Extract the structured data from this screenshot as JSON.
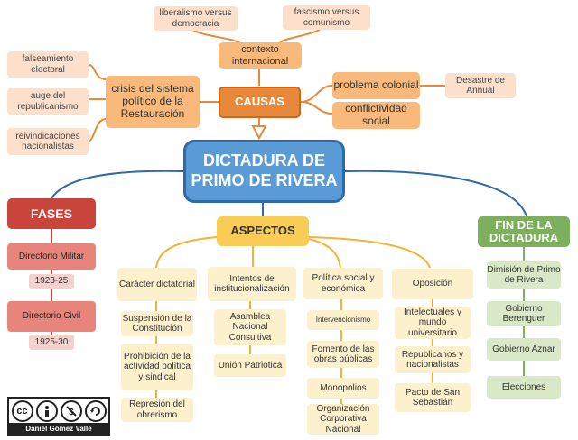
{
  "main_title": "DICTADURA DE PRIMO DE RIVERA",
  "causas": {
    "label": "CAUSAS",
    "contexto": {
      "label": "contexto internacional",
      "children": [
        "liberalismo versus democracia",
        "fascismo versus comunismo"
      ]
    },
    "crisis": {
      "label": "crisis del sistema político de la Restauración",
      "children": [
        "falseamiento electoral",
        "auge del republicanismo",
        "reivindicaciones nacionalistas"
      ]
    },
    "problema": {
      "label": "problema colonial",
      "children": [
        "Desastre de Annual"
      ]
    },
    "conflictividad": {
      "label": "conflictividad social"
    }
  },
  "fases": {
    "label": "FASES",
    "items": [
      {
        "label": "Directorio Militar",
        "dates": "1923-25"
      },
      {
        "label": "Directorio Civil",
        "dates": "1925-30"
      }
    ]
  },
  "aspectos": {
    "label": "ASPECTOS",
    "columns": [
      {
        "label": "Carácter dictatorial",
        "items": [
          "Suspensión de la Constitución",
          "Prohibición de la actividad política y sindical",
          "Represión del obrerismo"
        ]
      },
      {
        "label": "Intentos de institucionalización",
        "items": [
          "Asamblea Nacional Consultiva",
          "Unión Patriótica"
        ]
      },
      {
        "label": "Política social y económica",
        "items": [
          "Intervencionismo",
          "Fomento de las obras públicas",
          "Monopolios",
          "Organización Corporativa Nacional"
        ]
      },
      {
        "label": "Oposición",
        "items": [
          "Intelectuales y mundo universitario",
          "Republicanos y nacionalistas",
          "Pacto de San Sebastián"
        ]
      }
    ]
  },
  "fin": {
    "label": "FIN DE LA DICTADURA",
    "items": [
      "Dimisión de Primo de Rivera",
      "Gobierno Berenguer",
      "Gobierno Aznar",
      "Elecciones"
    ]
  },
  "license": {
    "author": "Daniel Gómez Valle",
    "badge": "cc"
  }
}
